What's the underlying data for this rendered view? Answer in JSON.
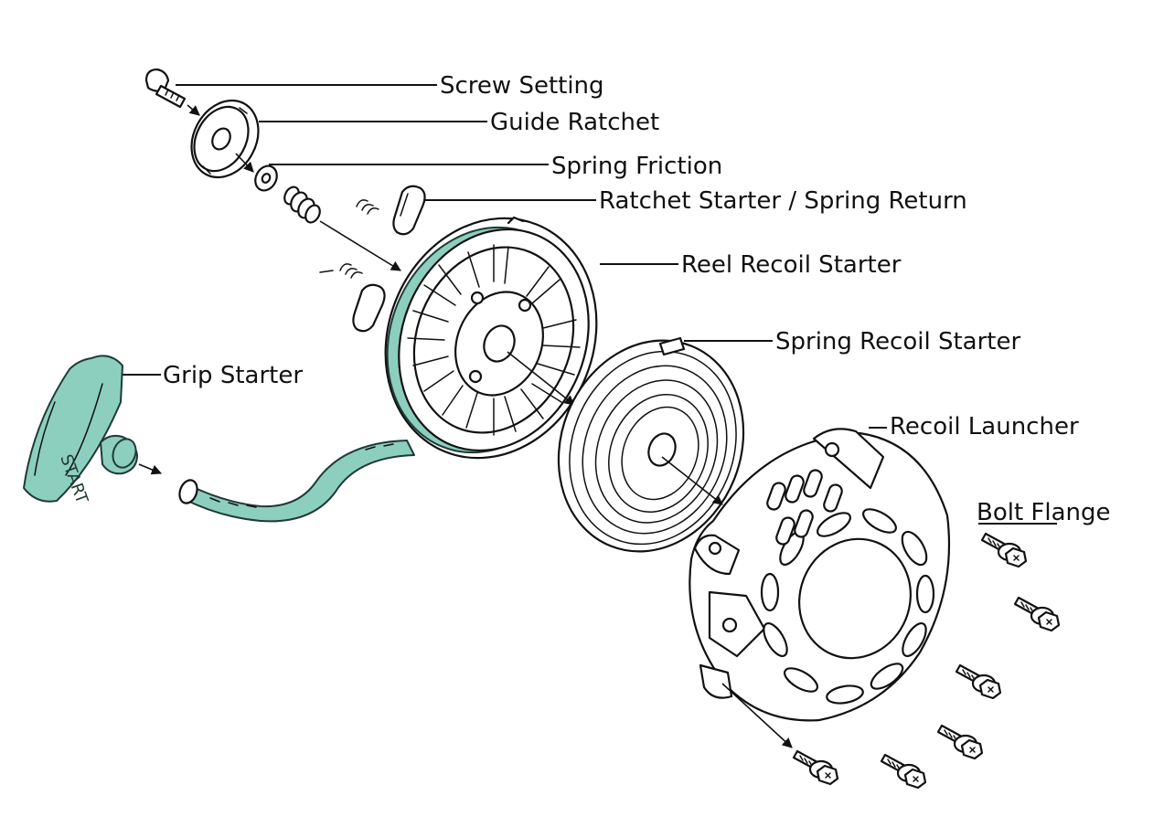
{
  "colors": {
    "accent": "#8ccfbf",
    "ink": "#111111",
    "background": "#ffffff"
  },
  "labels": {
    "screw_setting": "Screw Setting",
    "guide_ratchet": "Guide Ratchet",
    "spring_friction": "Spring Friction",
    "ratchet_starter": "Ratchet Starter  / Spring Return",
    "reel_recoil_starter": "Reel Recoil Starter",
    "spring_recoil_starter": "Spring Recoil Starter",
    "grip_starter": "Grip Starter",
    "recoil_launcher": "Recoil Launcher",
    "bolt_flange": "Bolt Flange"
  },
  "grip_text": "START"
}
